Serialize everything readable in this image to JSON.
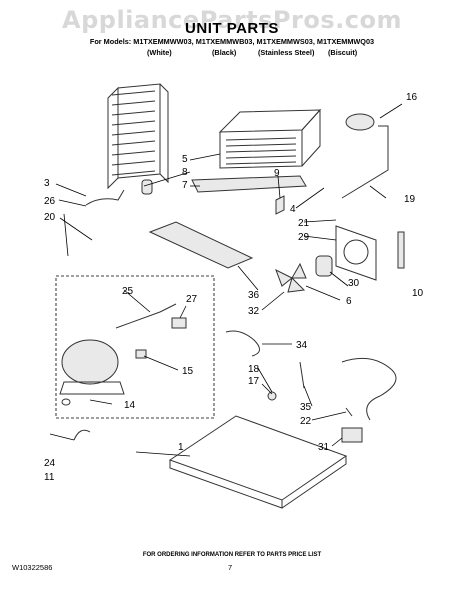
{
  "watermark": "AppliancePartsPros.com",
  "title": "UNIT PARTS",
  "models_line": "For Models: M1TXEMMWW03, M1TXEMMWB03, M1TXEMMWS03, M1TXEMMWQ03",
  "color_labels": [
    "(White)",
    "(Black)",
    "(Stainless Steel)",
    "(Biscuit)"
  ],
  "callouts": [
    "1",
    "3",
    "4",
    "5",
    "6",
    "7",
    "8",
    "9",
    "10",
    "11",
    "14",
    "15",
    "16",
    "17",
    "18",
    "19",
    "20",
    "21",
    "22",
    "24",
    "25",
    "26",
    "27",
    "29",
    "30",
    "31",
    "32",
    "34",
    "35",
    "36"
  ],
  "footer_note": "FOR ORDERING INFORMATION REFER TO PARTS PRICE LIST",
  "doc_id": "W10322586",
  "page_number": "7"
}
